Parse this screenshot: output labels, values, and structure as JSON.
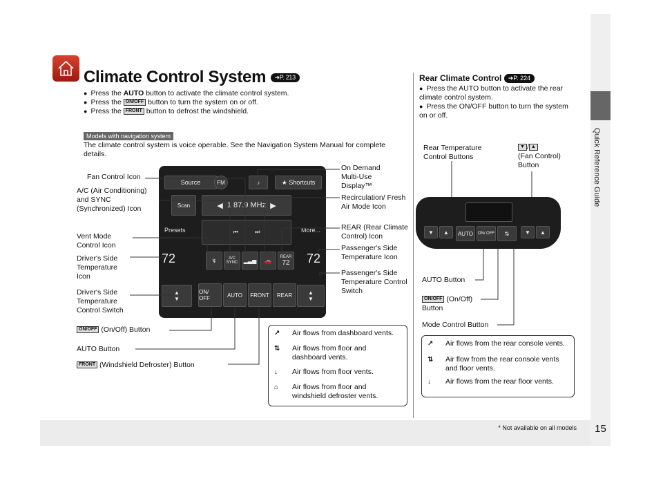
{
  "title": "Climate Control System",
  "title_ref": "P. 213",
  "bullets": [
    {
      "pre": "Press the ",
      "bold": "AUTO",
      "post": " button to activate the climate control system."
    },
    {
      "pre": "Press the ",
      "icon": "ON/OFF",
      "post": " button to turn the system on or off."
    },
    {
      "pre": "Press the ",
      "icon": "FRONT",
      "post": " button to defrost the windshield."
    }
  ],
  "nav_tag": "Models with navigation system",
  "nav_text": "The climate control system is voice operable. See the Navigation System Manual for complete details.",
  "panel": {
    "source": "Source",
    "fm": "FM",
    "shortcuts": "★ Shortcuts",
    "scan": "Scan",
    "freq": "87.9 MHz",
    "preset_num": "1",
    "presets": "Presets",
    "more": "More...",
    "temp_left": "72",
    "temp_right": "72",
    "rear_label": "REAR",
    "rear_temp": "72",
    "ac": "A/C",
    "sync": "SYNC",
    "on_off": "ON/ OFF",
    "auto": "AUTO",
    "front": "FRONT",
    "rear": "REAR"
  },
  "left_labels": {
    "fan": "Fan Control Icon",
    "ac": "A/C (Air Conditioning) and SYNC (Synchronized) Icon",
    "vent": "Vent Mode Control Icon",
    "driver_icon": "Driver's Side Temperature Icon",
    "driver_switch": "Driver's Side Temperature Control Switch",
    "onoff": "(On/Off) Button",
    "auto": "AUTO Button",
    "defrost": "(Windshield Defroster) Button"
  },
  "right_labels": {
    "ondemand": "On Demand Multi-Use Display™",
    "recirc": "Recirculation/ Fresh Air Mode Icon",
    "rear": "REAR (Rear Climate Control) Icon",
    "pass_icon": "Passenger's Side Temperature Icon",
    "pass_switch": "Passenger's Side Temperature Control Switch"
  },
  "front_modes": [
    "Air flows from dashboard vents.",
    "Air flows from floor and dashboard vents.",
    "Air flows from floor vents.",
    "Air flows from floor and windshield defroster vents."
  ],
  "rear_title": "Rear Climate Control",
  "rear_ref": "P. 224",
  "rear_bullets": [
    "Press the AUTO button to activate the rear climate control system.",
    "Press the ON/OFF button to turn the system on or off."
  ],
  "rear_labels": {
    "temp": "Rear Temperature Control Buttons",
    "fan": "(Fan Control) Button",
    "auto": "AUTO Button",
    "onoff": "(On/Off) Button",
    "mode": "Mode Control Button"
  },
  "rear_modes": [
    "Air flows from the rear console vents.",
    "Air flow from the rear console vents and floor vents.",
    "Air flows from the rear floor vents."
  ],
  "side_tab": "Quick Reference Guide",
  "page_number": "15",
  "footnote": "* Not available on all models"
}
